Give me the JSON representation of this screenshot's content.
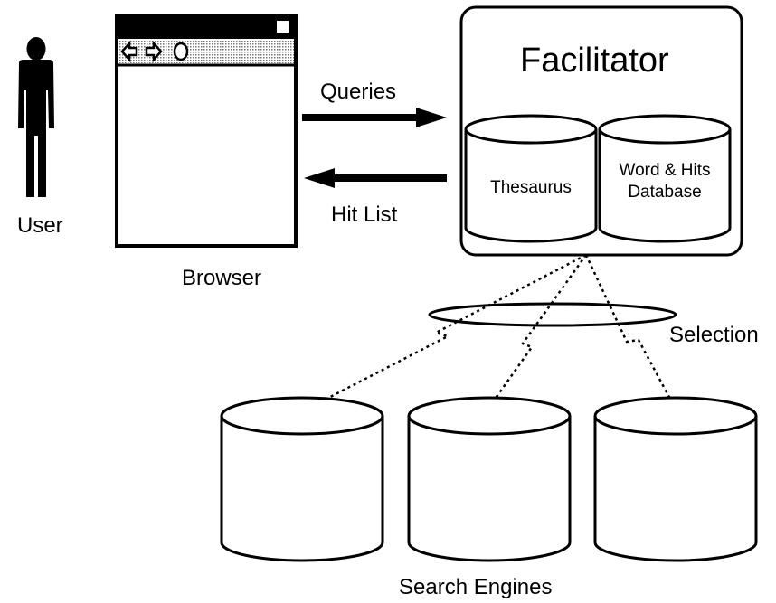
{
  "user": {
    "label": "User",
    "icon": "person-icon"
  },
  "browser": {
    "label": "Browser",
    "buttons": [
      "back-arrow-icon",
      "forward-arrow-icon",
      "stop-icon"
    ]
  },
  "arrows": {
    "queries_label": "Queries",
    "hitlist_label": "Hit List"
  },
  "facilitator": {
    "title": "Facilitator",
    "thesaurus_label": "Thesaurus",
    "database_label_line1": "Word & Hits",
    "database_label_line2": "Database"
  },
  "selection": {
    "label": "Selection"
  },
  "search_engines": {
    "label": "Search Engines",
    "count": 3
  },
  "colors": {
    "line": "#000000",
    "background": "#ffffff",
    "toolbar_fill": "#bdbdbd"
  }
}
